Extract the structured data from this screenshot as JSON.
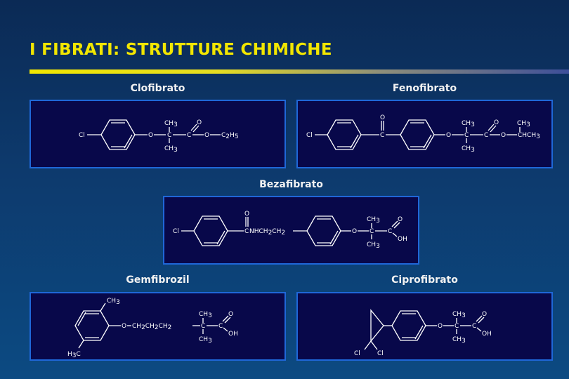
{
  "slide": {
    "title": "I FIBRATI: STRUTTURE CHIMICHE"
  },
  "compounds": [
    {
      "name": "Clofibrato"
    },
    {
      "name": "Fenofibrato"
    },
    {
      "name": "Bezafibrato"
    },
    {
      "name": "Gemfibrozil"
    },
    {
      "name": "Ciprofibrato"
    }
  ],
  "structure_text": {
    "cl": "Cl",
    "o": "O",
    "c": "C",
    "ch": "CH",
    "oh": "OH",
    "h": "H",
    "c2h": "C",
    "chch": "CHCH",
    "nhch2ch2": "NHCH",
    "ch2ch2ch2": "CH",
    "sub2": "2",
    "sub3": "3",
    "sub5": "5"
  },
  "colors": {
    "title": "#f2e600",
    "panel_bg": "#08084a",
    "panel_border": "#1f67d8",
    "label": "#f2f2f2"
  }
}
